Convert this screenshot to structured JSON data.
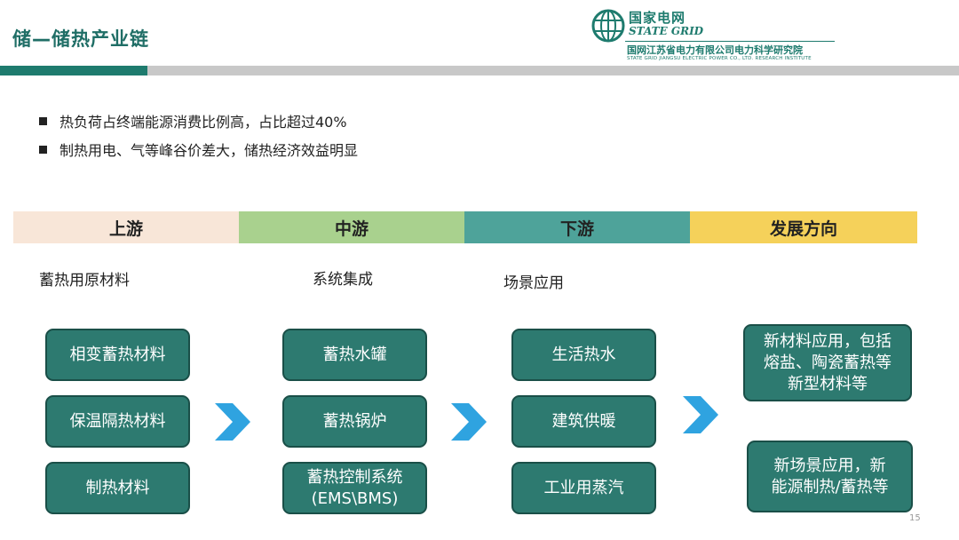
{
  "header": {
    "title": "储—储热产业链",
    "logo_cn": "国家电网",
    "logo_en": "STATE GRID",
    "org_cn": "国网江苏省电力有限公司电力科学研究院",
    "org_en": "STATE GRID JIANGSU ELECTRIC POWER CO., LTD. RESEARCH INSTITUTE"
  },
  "bullets": [
    "热负荷占终端能源消费比例高，占比超过40%",
    "制热用电、气等峰谷价差大，储热经济效益明显"
  ],
  "bands": [
    {
      "label": "上游",
      "color": "#f8e6d8"
    },
    {
      "label": "中游",
      "color": "#a9d18e"
    },
    {
      "label": "下游",
      "color": "#4ea39a"
    },
    {
      "label": "发展方向",
      "color": "#f5d15a"
    }
  ],
  "columns": {
    "upstream_label": "蓄热用原材料",
    "midstream_label": "系统集成",
    "downstream_label": "场景应用"
  },
  "upstream": [
    "相变蓄热材料",
    "保温隔热材料",
    "制热材料"
  ],
  "midstream": [
    "蓄热水罐",
    "蓄热锅炉",
    "蓄热控制系统\n(EMS\\BMS)"
  ],
  "downstream": [
    "生活热水",
    "建筑供暖",
    "工业用蒸汽"
  ],
  "directions": [
    "新材料应用，包括\n熔盐、陶瓷蓄热等\n新型材料等",
    "新场景应用，新\n能源制热/蓄热等"
  ],
  "colors": {
    "box": "#2d7a70",
    "chevron": "#2fa3e0",
    "brand": "#1e7b6e"
  },
  "page_number": "15"
}
